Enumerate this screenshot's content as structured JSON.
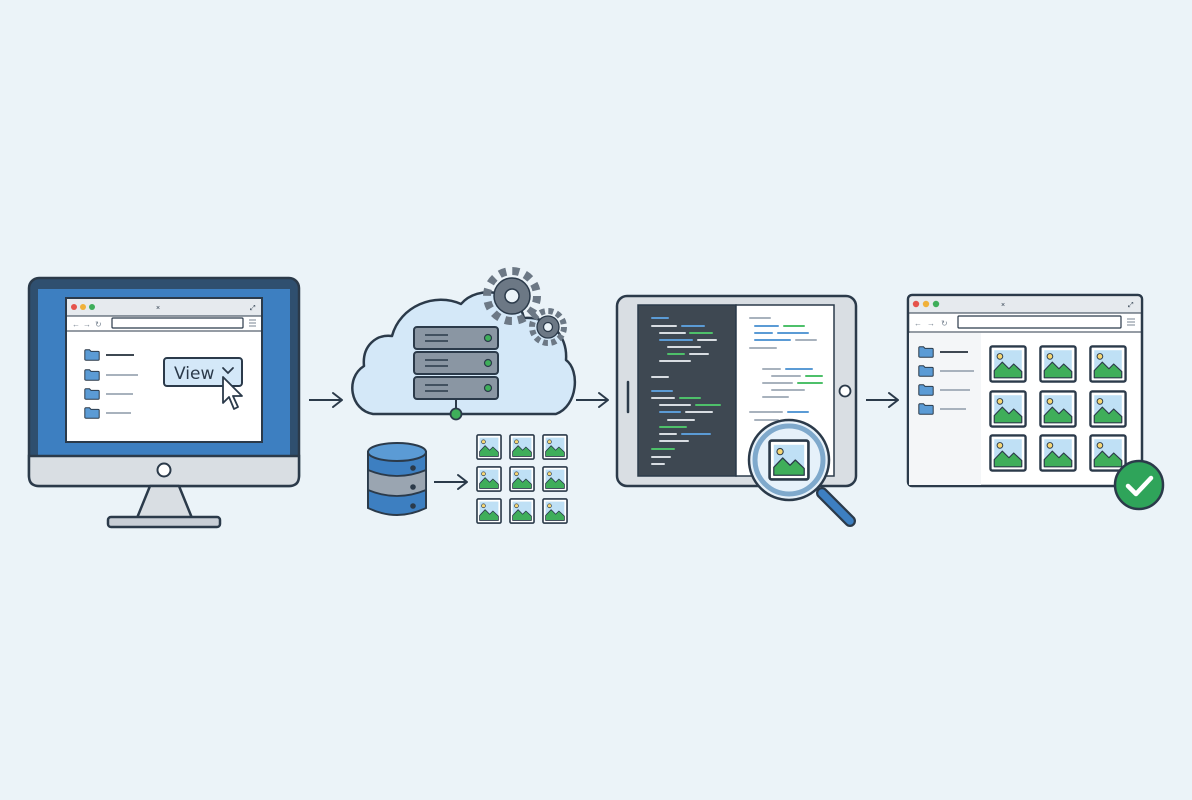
{
  "monitor": {
    "dropdown_label": "View",
    "dropdown_icon": "chevron-down-icon",
    "cursor_icon": "arrow-cursor-icon"
  },
  "cloud": {
    "gear_icon": "gear-icon",
    "server_icon": "server-rack-icon"
  },
  "database": {
    "icon": "database-icon",
    "thumbnail_count": 9
  },
  "tablet": {
    "magnifier_icon": "magnifier-icon"
  },
  "result_browser": {
    "gallery_count": 9,
    "status_icon": "check-circle-icon"
  },
  "colors": {
    "background": "#ebf3f8",
    "outline": "#2b3a4a",
    "accent_blue": "#3d7fc1",
    "light_blue": "#d4e8f8",
    "success_green": "#2fa45a",
    "code_dark": "#3e4852"
  }
}
